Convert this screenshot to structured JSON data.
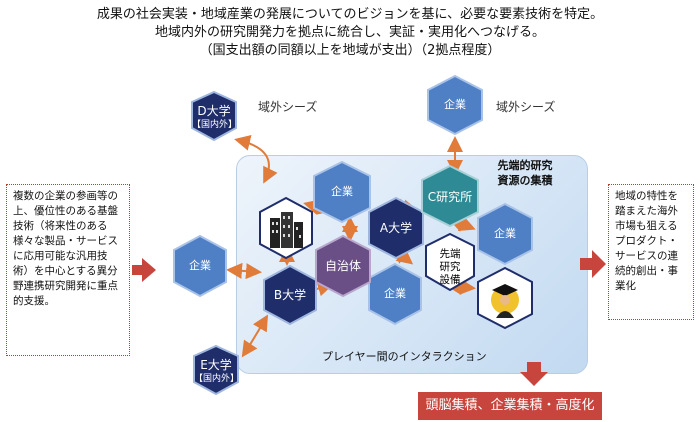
{
  "header": {
    "line1": "成果の社会実装・地域産業の発展についてのビジョンを基に、必要な要素技術を特定。",
    "line2": "地域内外の研究開発力を拠点に統合し、実証・実用化へつなげる。",
    "line3": "（国支出額の同額以上を地域が支出）（2拠点程度）"
  },
  "seeds_left": "域外シーズ",
  "seeds_right": "域外シーズ",
  "univ_d": {
    "name": "D大学",
    "sub": "【国内外】"
  },
  "univ_e": {
    "name": "E大学",
    "sub": "【国内外】"
  },
  "univ_a": "A大学",
  "univ_b": "B大学",
  "lab_c": "C研究所",
  "municipality": "自治体",
  "company": "企業",
  "facility": "先端\n研究\n設備",
  "lead_resources": "先端的研究\n資源の集積",
  "interaction": "プレイヤー間のインタラクション",
  "left_box": "複数の企業の参画等の上、優位性のある基盤技術（将来性のある様々な製品・サービスに応用可能な汎用技術）を中心とする異分野連携研究開発に重点的支援。",
  "right_box": "地域の特性を踏まえた海外市場も狙えるプロダクト・サービスの連続的創出・事業化",
  "bottom_result": "頭脳集積、企業集積・高度化",
  "colors": {
    "navy": "#1f2d6b",
    "blue": "#4f7fc4",
    "teal": "#2e8b96",
    "purple": "#6a4f86",
    "red": "#c8453e",
    "orange": "#e07b39"
  }
}
